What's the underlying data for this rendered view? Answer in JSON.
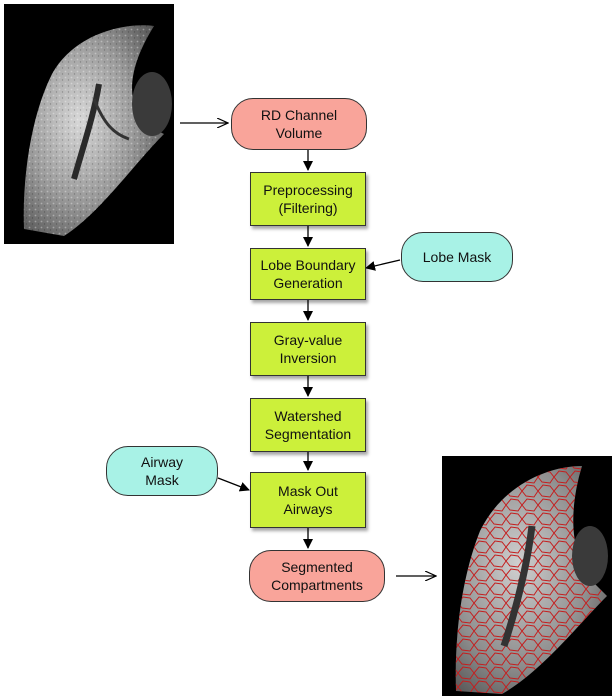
{
  "nodes": {
    "rd_channel": "RD Channel\nVolume",
    "preprocessing": "Preprocessing\n(Filtering)",
    "lobe_boundary": "Lobe Boundary\nGeneration",
    "lobe_mask": "Lobe Mask",
    "gray_value": "Gray-value\nInversion",
    "watershed": "Watershed\nSegmentation",
    "airway_mask": "Airway\nMask",
    "mask_out": "Mask Out\nAirways",
    "segmented": "Segmented\nCompartments"
  },
  "colors": {
    "terminal": "#f9a49a",
    "step": "#ccf03a",
    "input": "#a8f2e6",
    "segmentation_lines": "#c41e1e"
  }
}
